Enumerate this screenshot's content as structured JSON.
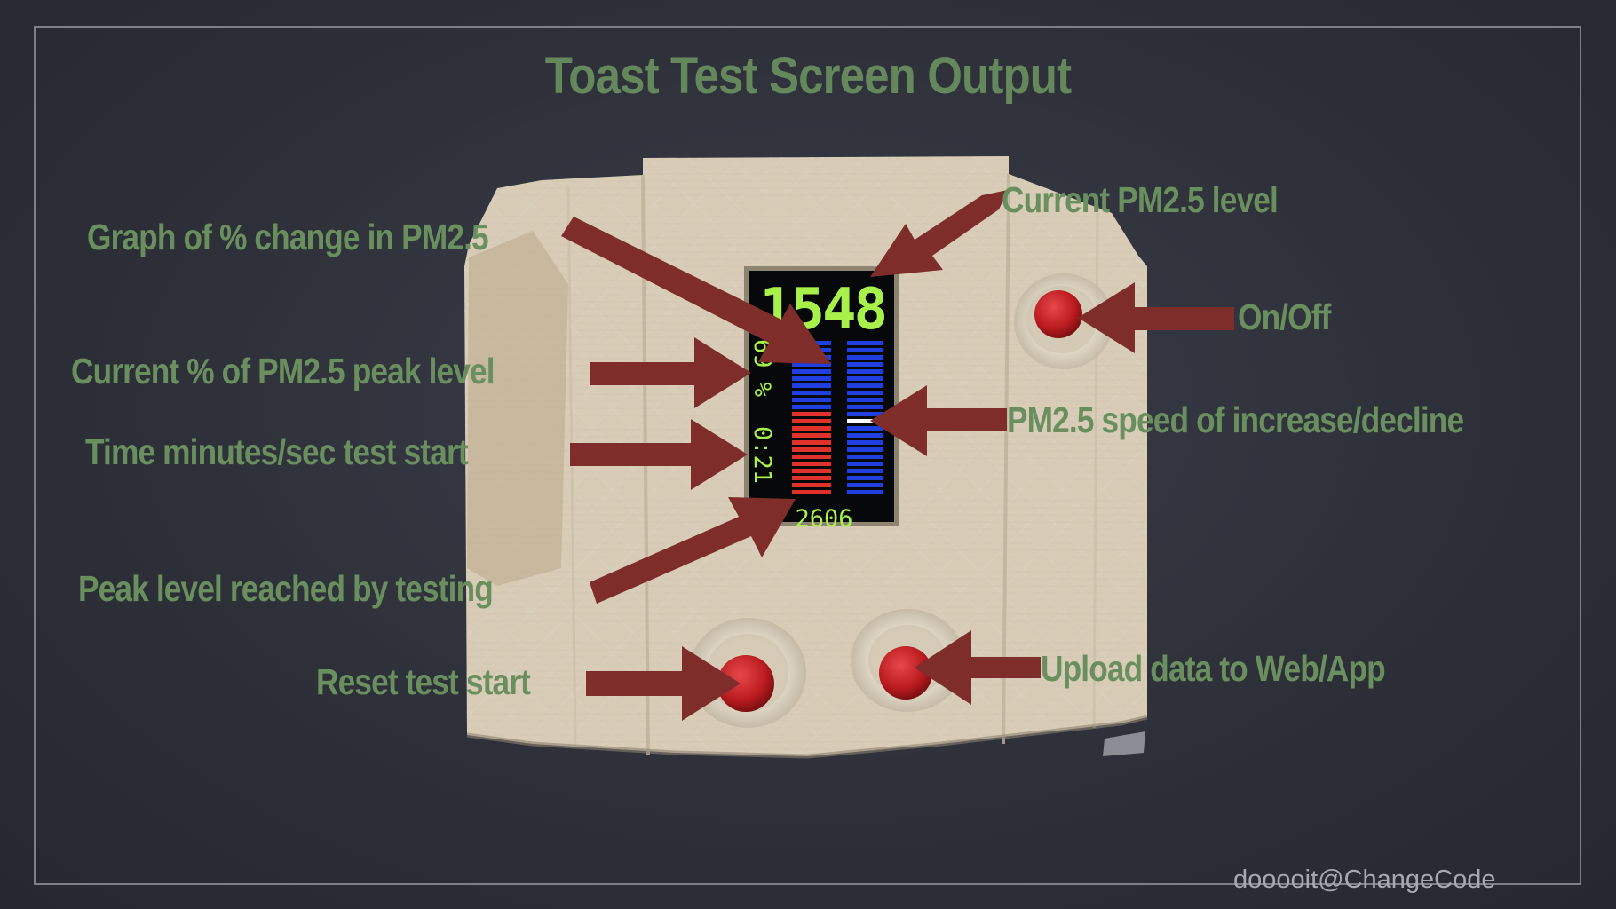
{
  "title": "Toast Test Screen Output",
  "device_screen": {
    "current_pm25": "1548",
    "percent_of_peak": "69 %",
    "elapsed_time": "0:21",
    "peak_level": "2606"
  },
  "annotations": {
    "graph_change": "Graph of % change in PM2.5",
    "current_pct_peak": "Current % of PM2.5 peak level",
    "time_since_start": "Time minutes/sec test start",
    "peak_reached": "Peak level reached by testing",
    "reset": "Reset test start",
    "current_level": "Current PM2.5 level",
    "on_off": "On/Off",
    "speed": "PM2.5 speed of increase/decline",
    "upload": "Upload data to Web/App"
  },
  "watermark": "dooooit@ChangeCode",
  "colors": {
    "label_green": "#6a8f5f",
    "arrow_red": "#7e2d2b",
    "lcd_green": "#a8f04a",
    "bar_blue": "#1f3fe0",
    "bar_red": "#e0322a",
    "button_red": "#c81e22"
  }
}
